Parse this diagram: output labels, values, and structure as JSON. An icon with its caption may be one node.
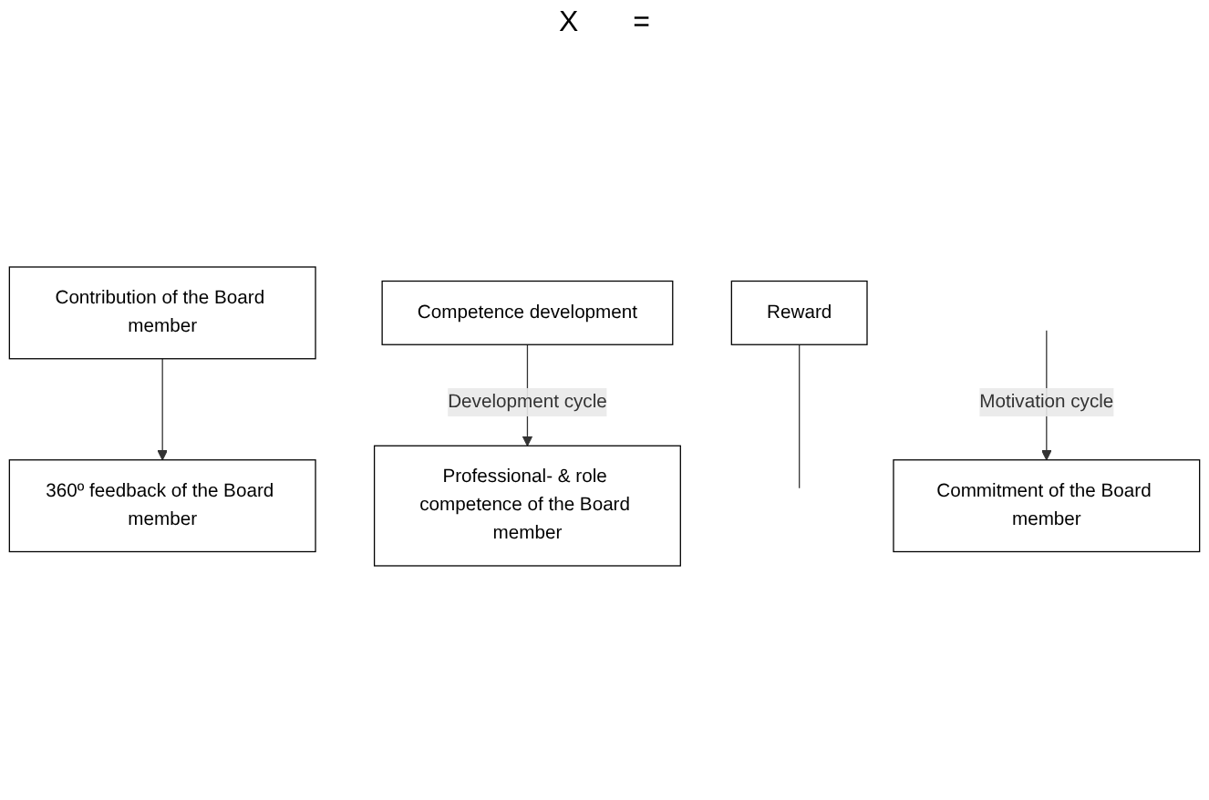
{
  "diagram": {
    "nodes": [
      {
        "text": [
          "Commitment of the Board member"
        ]
      },
      {
        "text": [
          "Professional- & role competence of the Board member"
        ]
      },
      {
        "text": [
          "Contribution of the Board member"
        ]
      },
      {
        "text": [
          "360º feedback of the Board member"
        ]
      },
      {
        "text": [
          "Competence development"
        ]
      },
      {
        "text": [
          "Reward"
        ]
      }
    ],
    "edges": [
      {
        "from": 2,
        "to": 3,
        "arrow": "to"
      },
      {
        "from": 4,
        "to": 1,
        "arrow": "to",
        "label": "Development cycle"
      },
      {
        "from": 5,
        "to": null,
        "arrow": "none"
      },
      {
        "from": null,
        "to": 0,
        "arrow": "to",
        "label": "Motivation cycle"
      }
    ],
    "labels": [
      "X",
      "="
    ]
  }
}
